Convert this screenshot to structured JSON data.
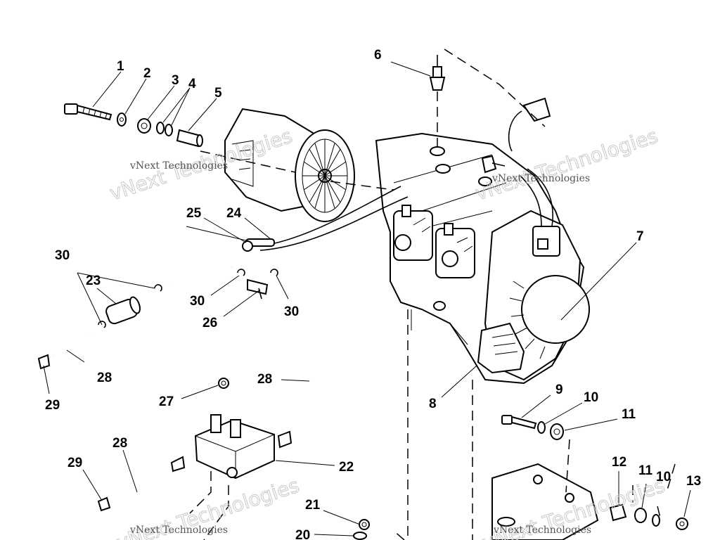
{
  "watermark_text": "vNext Technologies",
  "callouts": [
    "1",
    "2",
    "3",
    "4",
    "5",
    "6",
    "7",
    "8",
    "9",
    "10",
    "11",
    "12",
    "13",
    "20",
    "21",
    "22",
    "23",
    "24",
    "25",
    "26",
    "27",
    "28",
    "29",
    "30"
  ]
}
